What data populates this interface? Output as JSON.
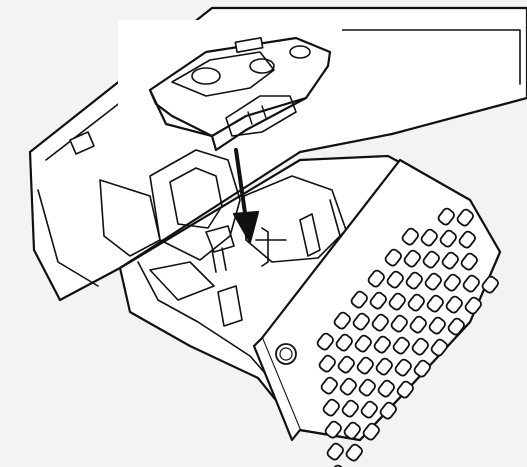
{
  "figure": {
    "background": "#f3f3f3",
    "line_color": "#111111",
    "fill_color": "#ffffff",
    "keyboard": {
      "rows": 7,
      "visible_keys": 60
    },
    "subject": "label-printer-tape-cassette-insertion"
  }
}
